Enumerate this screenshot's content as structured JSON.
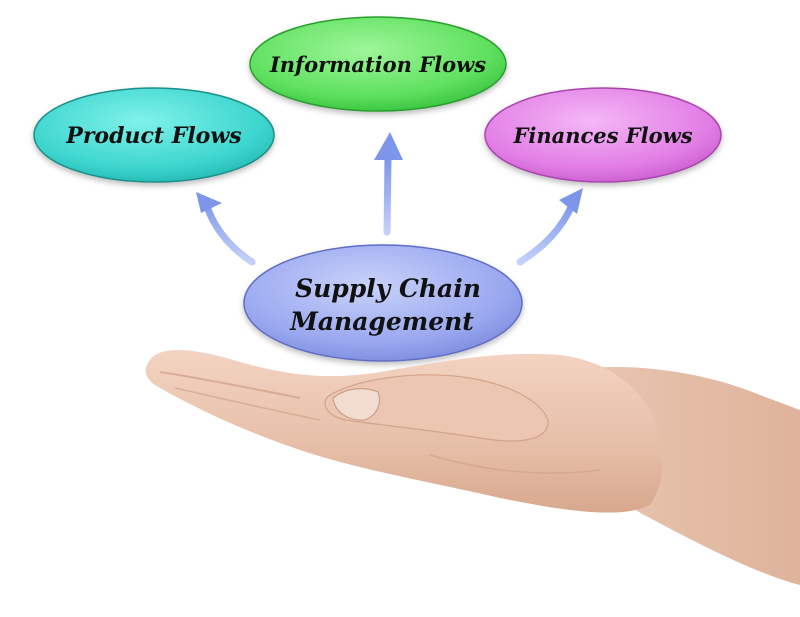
{
  "diagram": {
    "center": {
      "line1": "Supply Chain",
      "line2": "Management",
      "fill": "#9aa8f0"
    },
    "nodes": [
      {
        "id": "product",
        "label": "Product Flows",
        "fill": "#3ed6cf"
      },
      {
        "id": "information",
        "label": "Information Flows",
        "fill": "#5ee05e"
      },
      {
        "id": "finances",
        "label": "Finances Flows",
        "fill": "#e27ee6"
      }
    ],
    "arrow_color": "#8fa6ee",
    "text_color": "#111111"
  }
}
